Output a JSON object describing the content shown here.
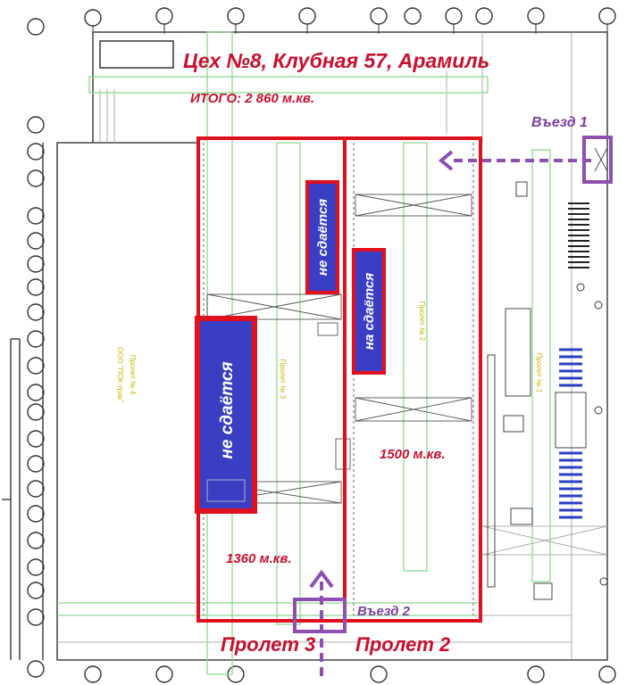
{
  "title": "Цех №8, Клубная 57, Арамиль",
  "total": "ИТОГО: 2 860 м.кв.",
  "entrances": {
    "entrance_1": "Въезд 1",
    "entrance_2": "Въезд 2"
  },
  "spans": {
    "span_3": "Пролет 3",
    "span_2": "Пролет 2"
  },
  "areas": {
    "left_area": "1360 м.кв.",
    "right_area": "1500 м.кв."
  },
  "blocked_labels": {
    "top_center": "не сдаётся",
    "right_of_divider": "на сдаётся",
    "left_large": "не сдаётся"
  },
  "plan_labels": {
    "bay_4": "Пролет № 4",
    "bay_4_tenant": "ООО \"ПОК-трак\"",
    "bay_3": "Пролет № 3",
    "bay_2": "Пролет № 2",
    "bay_1": "Пролет № 1"
  },
  "colors": {
    "red": "#e0101e",
    "purple": "#8e4fb0",
    "blue": "#3a3ec2",
    "green": "#8fd88f",
    "line": "#444444"
  }
}
